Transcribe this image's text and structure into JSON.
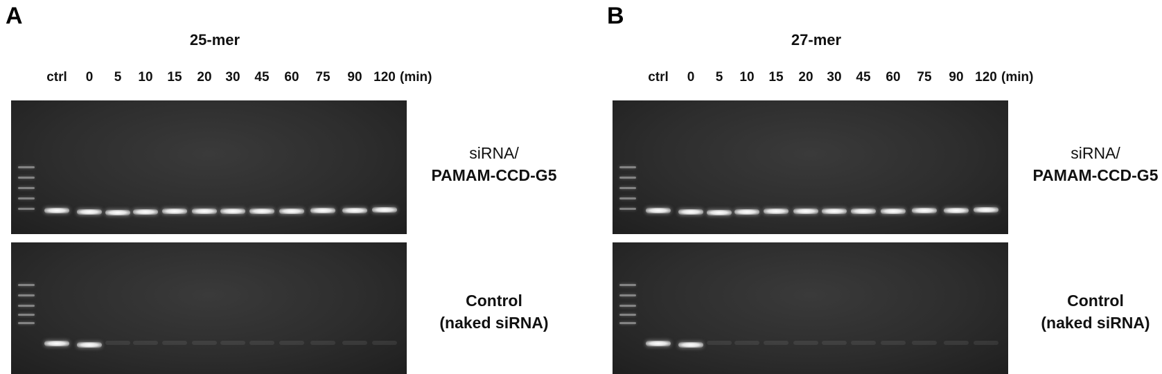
{
  "panels": [
    {
      "letter": "A",
      "title": "25-mer",
      "lanes": [
        "ctrl",
        "0",
        "5",
        "10",
        "15",
        "20",
        "30",
        "45",
        "60",
        "75",
        "90",
        "120"
      ],
      "unit": "(min)",
      "top_gel": {
        "label_line1": "siRNA/",
        "label_line2": "PAMAM-CCD-G5",
        "bands_visible": [
          true,
          true,
          true,
          true,
          true,
          true,
          true,
          true,
          true,
          true,
          true,
          true
        ]
      },
      "bottom_gel": {
        "label_line1": "Control",
        "label_line2": "(naked siRNA)",
        "bands_visible": [
          true,
          true,
          false,
          false,
          false,
          false,
          false,
          false,
          false,
          false,
          false,
          false
        ]
      }
    },
    {
      "letter": "B",
      "title": "27-mer",
      "lanes": [
        "ctrl",
        "0",
        "5",
        "10",
        "15",
        "20",
        "30",
        "45",
        "60",
        "75",
        "90",
        "120"
      ],
      "unit": "(min)",
      "top_gel": {
        "label_line1": "siRNA/",
        "label_line2": "PAMAM-CCD-G5",
        "bands_visible": [
          true,
          true,
          true,
          true,
          true,
          true,
          true,
          true,
          true,
          true,
          true,
          true
        ]
      },
      "bottom_gel": {
        "label_line1": "Control",
        "label_line2": "(naked siRNA)",
        "bands_visible": [
          true,
          true,
          false,
          false,
          false,
          false,
          false,
          false,
          false,
          false,
          false,
          false
        ]
      }
    }
  ]
}
